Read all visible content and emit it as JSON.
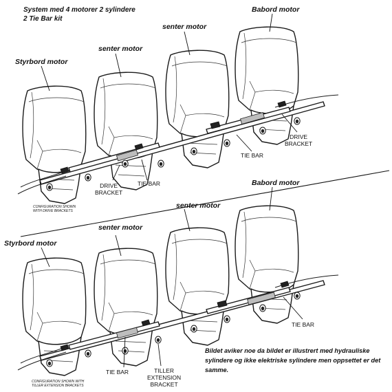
{
  "header": {
    "title_line1": "System med 4 motorer 2 sylindere",
    "title_line2": "2 Tie Bar kit"
  },
  "top_diagram": {
    "label_starboard": "Styrbord motor",
    "label_center_a": "senter motor",
    "label_center_b": "senter motor",
    "label_port": "Babord motor",
    "drive_bracket_left": [
      "DRIVE",
      "BRACKET"
    ],
    "drive_bracket_right": [
      "DRIVE",
      "BRACKET"
    ],
    "tie_bar_left": "TIE BAR",
    "tie_bar_right": "TIE BAR",
    "config_note": [
      "CONFIGURATION SHOWN",
      "WITH DRIVE BRACKETS"
    ]
  },
  "bottom_diagram": {
    "label_starboard": "Styrbord motor",
    "label_center_a": "senter motor",
    "label_center_b": "senter motor",
    "label_port": "Babord motor",
    "tie_bar_left": "TIE BAR",
    "tie_bar_right": "TIE BAR",
    "tiller_bracket": [
      "TILLER",
      "EXTENSION",
      "BRACKET"
    ],
    "config_note": [
      "CONFIGURATION SHOWN WITH",
      "TILLER EXTENSION BRACKETS"
    ]
  },
  "note": "Bildet aviker noe da bildet er illustrert med hydrauliske sylindere og ikke elektriske sylindere men oppsettet er det samme."
}
